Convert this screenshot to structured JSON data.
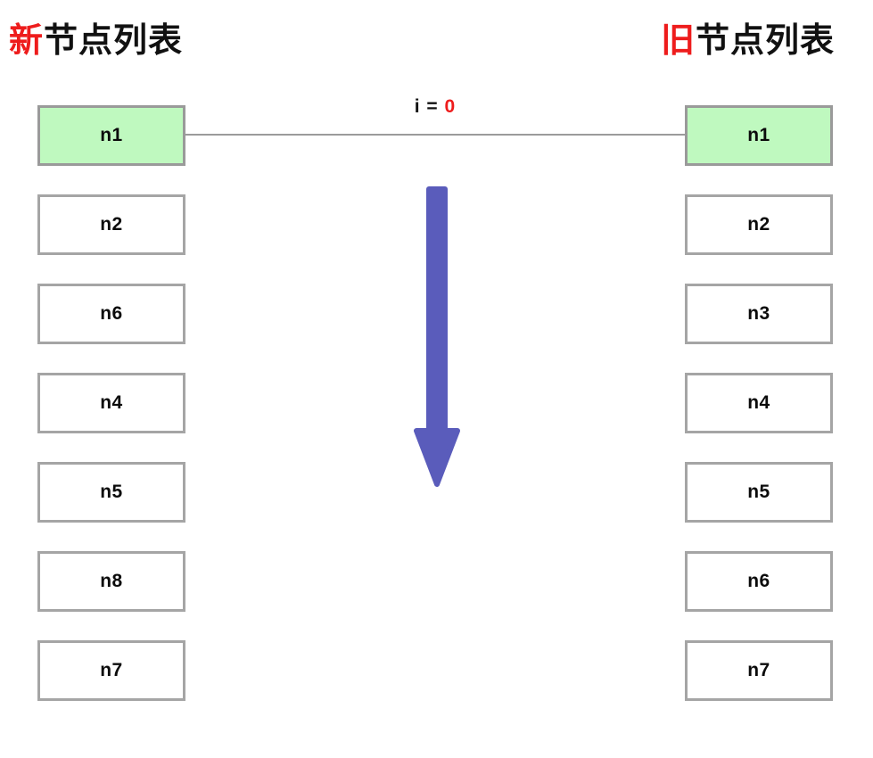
{
  "diagram": {
    "title_left": {
      "accent": "新",
      "rest": "节点列表"
    },
    "title_right": {
      "accent": "旧",
      "rest": "节点列表"
    },
    "connector_label": {
      "prefix": "i = ",
      "value": "0"
    },
    "colors": {
      "accent_red": "#ee1c1c",
      "highlight_green": "#bff9bf",
      "box_border": "#a5a5a5",
      "arrow_blue": "#5a5cbb",
      "connector_line": "#9b9b9b",
      "text": "#0b0b0b"
    },
    "arrow": {
      "direction": "down",
      "name": "iteration-direction-arrow"
    },
    "new_list": [
      {
        "label": "n1",
        "highlight": true
      },
      {
        "label": "n2",
        "highlight": false
      },
      {
        "label": "n6",
        "highlight": false
      },
      {
        "label": "n4",
        "highlight": false
      },
      {
        "label": "n5",
        "highlight": false
      },
      {
        "label": "n8",
        "highlight": false
      },
      {
        "label": "n7",
        "highlight": false
      }
    ],
    "old_list": [
      {
        "label": "n1",
        "highlight": true
      },
      {
        "label": "n2",
        "highlight": false
      },
      {
        "label": "n3",
        "highlight": false
      },
      {
        "label": "n4",
        "highlight": false
      },
      {
        "label": "n5",
        "highlight": false
      },
      {
        "label": "n6",
        "highlight": false
      },
      {
        "label": "n7",
        "highlight": false
      }
    ]
  }
}
